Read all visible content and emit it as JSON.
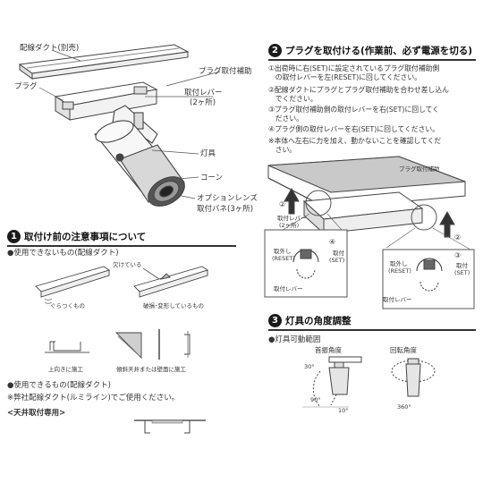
{
  "top": {
    "label_duct": "配線ダクト(別売)",
    "label_plug_aux": "プラグ取付補助",
    "label_plug": "プラグ",
    "label_lever": "取付レバー",
    "label_lever_count": "(2ヶ所)",
    "label_fixture": "灯具",
    "label_cone": "コーン",
    "label_option_lens": "オプションレンズ",
    "label_spring": "取付バネ(3ヶ所)"
  },
  "section1": {
    "num": "1",
    "title": "取付け前の注意事項について",
    "unusable_head": "●使用できないもの(配線ダクト)",
    "missing_label": "欠けている",
    "loose_label": "ぐらつくもの",
    "damaged_label": "破損･変形しているもの",
    "upward_label": "上向きに施工",
    "slanted_label": "傾斜天井または壁面に施工",
    "usable_head": "●使用できるもの(配線ダクト)",
    "note": "※弊社配線ダクト(ルミライン)でご使用ください。",
    "ceiling_only": "<天井取付専用>"
  },
  "section2": {
    "num": "2",
    "title": "プラグを取付ける(作業前、必ず電源を切る)",
    "steps": [
      "①出荷時に右(SET)に設定されているプラグ取付補助側",
      "　の取付レバーを左(RESET)に回してください。",
      "②配線ダクトにプラグとプラグ取付補助を合わせ差し込ん",
      "　でください。",
      "③プラグ取付補助側の取付レバーを右(SET)に回してく",
      "　ださい。",
      "④プラグ側の取付レバーを右(SET)に回してください。",
      "※本体へ左右に力を加え、動かないことを確認してくだ",
      "　さい。"
    ],
    "label_plug_aux": "プラグ取付補助",
    "label_lever": "取付レバー",
    "label_lever_count": "(2ヶ所)",
    "arrow_left": "②",
    "arrow_right": "②",
    "circle4": "④",
    "circle3": "③",
    "reset_text": "取外し",
    "reset_sub": "(RESET)",
    "set_text": "取付",
    "set_sub": "(SET)",
    "lever_caption": "取付レバー"
  },
  "section3": {
    "num": "3",
    "title": "灯具の角度調整",
    "range_head": "●灯具可動範囲",
    "tilt_label": "首振角度",
    "rotate_label": "回転角度",
    "angle_30": "30°",
    "angle_90": "90°",
    "angle_10": "10°",
    "angle_360": "360°"
  }
}
